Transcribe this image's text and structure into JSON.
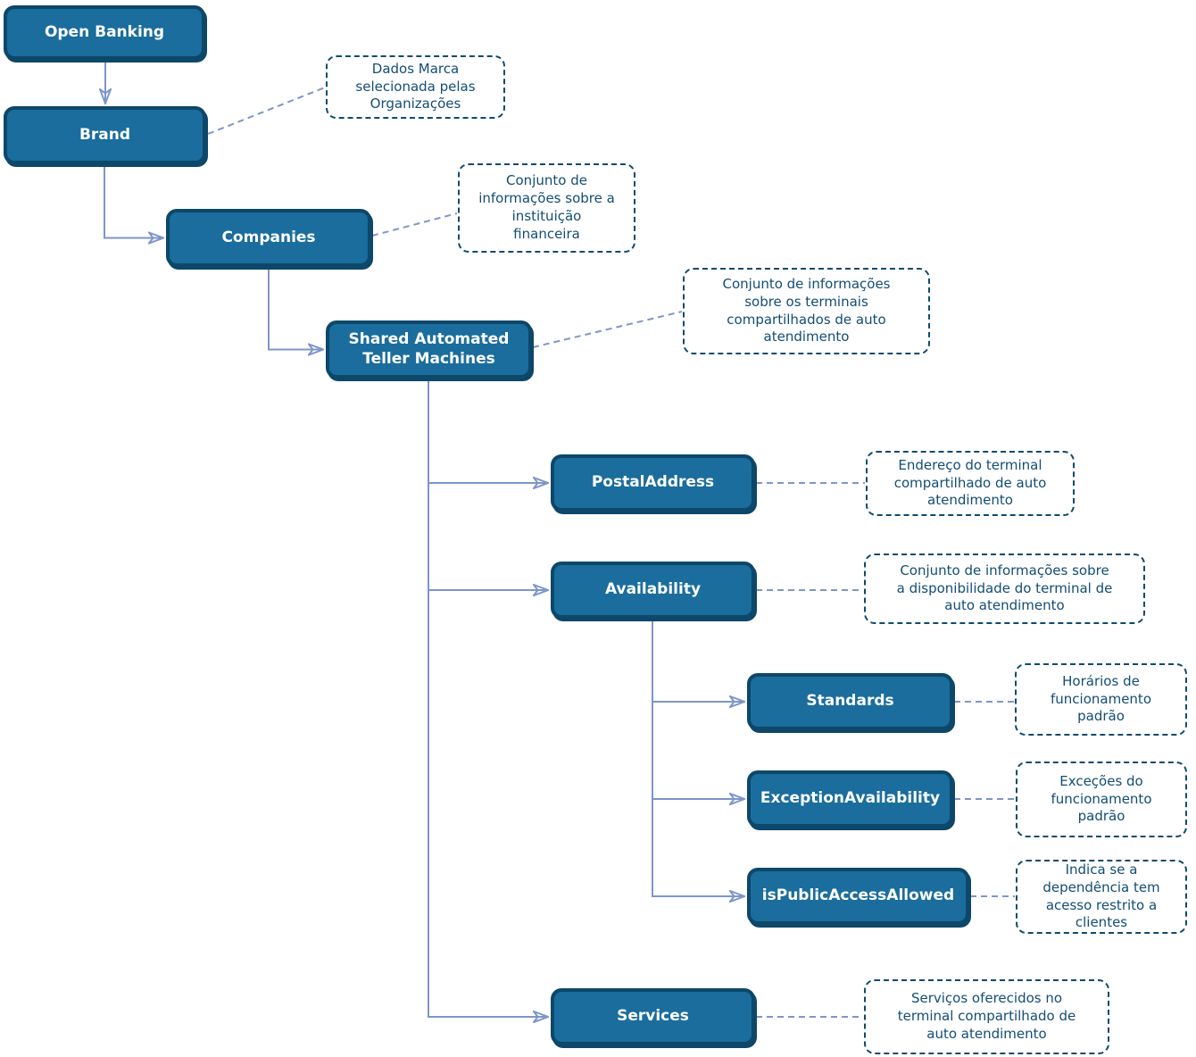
{
  "colors": {
    "node_fill": "#1a6d9c",
    "node_border": "#0d4769",
    "node_text": "#ffffff",
    "note_border": "#0e4a70",
    "note_text": "#134d74",
    "connector": "#7d96c9",
    "background": "#ffffff"
  },
  "nodes": {
    "open_banking": {
      "label": "Open Banking"
    },
    "brand": {
      "label": "Brand"
    },
    "companies": {
      "label": "Companies"
    },
    "shared_atm": {
      "label": "Shared Automated\nTeller Machines"
    },
    "postal_address": {
      "label": "PostalAddress"
    },
    "availability": {
      "label": "Availability"
    },
    "standards": {
      "label": "Standards"
    },
    "exception_availability": {
      "label": "ExceptionAvailability"
    },
    "is_public_access_allowed": {
      "label": "isPublicAccessAllowed"
    },
    "services": {
      "label": "Services"
    }
  },
  "notes": {
    "brand": {
      "text": "Dados Marca\nselecionada pelas\nOrganizações"
    },
    "companies": {
      "text": "Conjunto de\ninformações sobre a\ninstituição\nfinanceira"
    },
    "shared_atm": {
      "text": "Conjunto de informações\nsobre os terminais\ncompartilhados de auto\natendimento"
    },
    "postal_address": {
      "text": "Endereço do terminal\ncompartilhado de auto\natendimento"
    },
    "availability": {
      "text": "Conjunto de informações sobre\na disponibilidade do terminal de\nauto atendimento"
    },
    "standards": {
      "text": "Horários de\nfuncionamento\npadrão"
    },
    "exception_availability": {
      "text": "Exceções do\nfuncionamento\npadrão"
    },
    "is_public_access_allowed": {
      "text": "Indica se a\ndependência tem\nacesso restrito a\nclientes"
    },
    "services": {
      "text": "Serviços oferecidos no\nterminal compartilhado de\nauto atendimento"
    }
  }
}
